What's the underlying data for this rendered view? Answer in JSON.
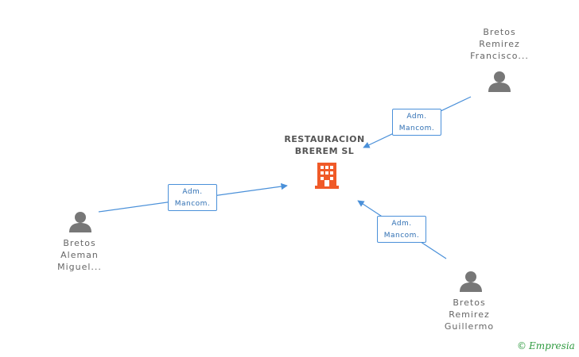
{
  "company": {
    "name_line1": "RESTAURACION",
    "name_line2": "BREREM SL",
    "icon": "building-icon",
    "icon_color": "#f05a28"
  },
  "persons": [
    {
      "id": "top-right",
      "line1": "Bretos",
      "line2": "Remirez",
      "line3": "Francisco...",
      "icon": "person-icon"
    },
    {
      "id": "left",
      "line1": "Bretos",
      "line2": "Aleman",
      "line3": "Miguel...",
      "icon": "person-icon"
    },
    {
      "id": "bottom-right",
      "line1": "Bretos",
      "line2": "Remirez",
      "line3": "Guillermo",
      "icon": "person-icon"
    }
  ],
  "relations": [
    {
      "from": "top-right",
      "line1": "Adm.",
      "line2": "Mancom."
    },
    {
      "from": "left",
      "line1": "Adm.",
      "line2": "Mancom."
    },
    {
      "from": "bottom-right",
      "line1": "Adm.",
      "line2": "Mancom."
    }
  ],
  "colors": {
    "edge": "#4a90d9",
    "person": "#777777"
  },
  "watermark": {
    "symbol": "©",
    "brand": "Empresia"
  }
}
